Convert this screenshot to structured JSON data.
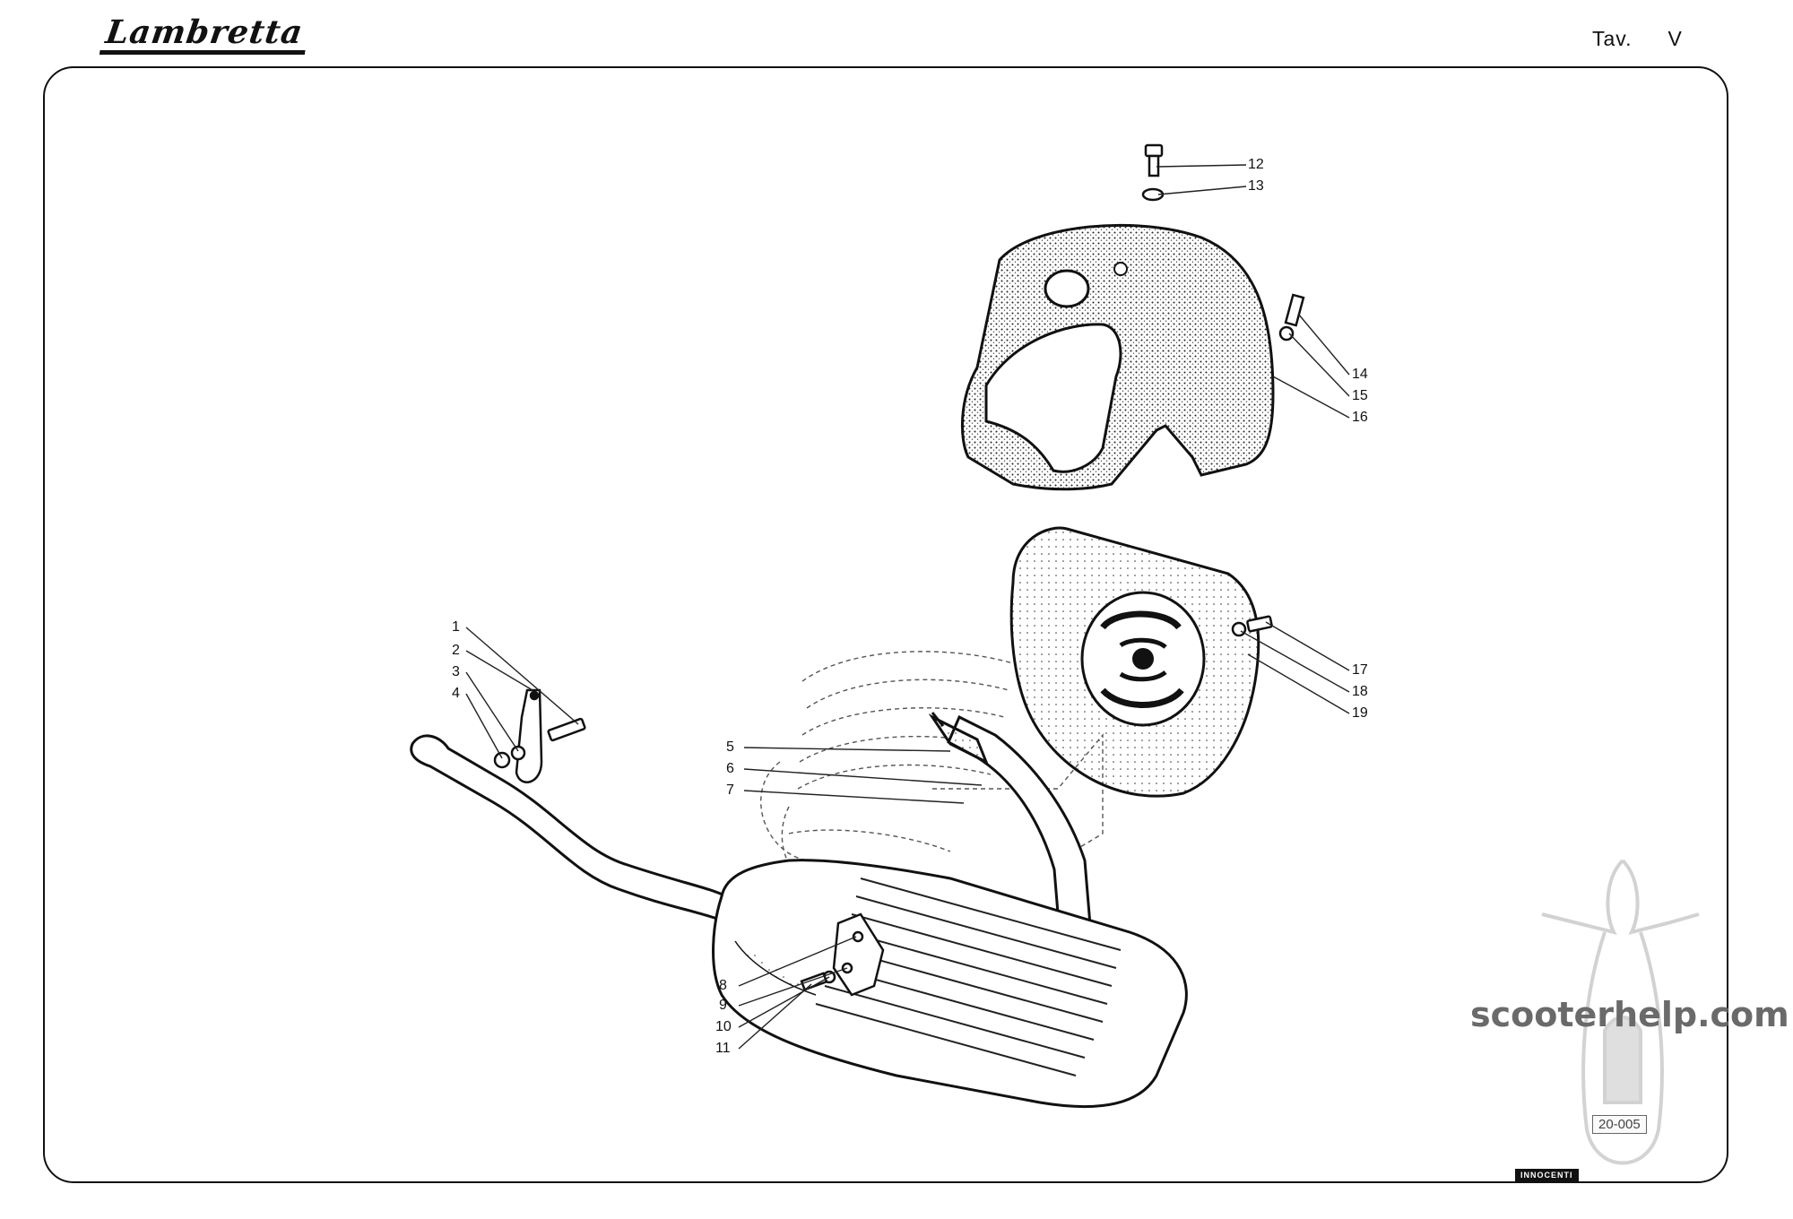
{
  "header": {
    "brand": "Lambretta",
    "plate_prefix": "Tav.",
    "plate_number": "V"
  },
  "callouts": [
    "1",
    "2",
    "3",
    "4",
    "5",
    "6",
    "7",
    "8",
    "9",
    "10",
    "11",
    "12",
    "13",
    "14",
    "15",
    "16",
    "17",
    "18",
    "19"
  ],
  "watermark": "scooterhelp.com",
  "reference_code": "20-005",
  "maker_logo": "INNOCENTI"
}
